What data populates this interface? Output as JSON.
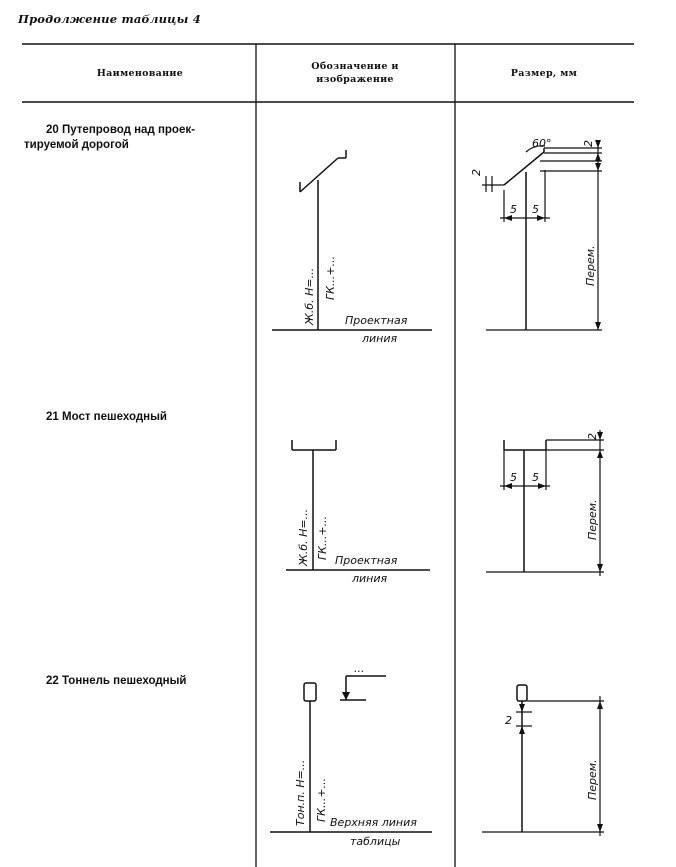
{
  "caption": "Продолжение таблицы 4",
  "header": {
    "name": "Наименование",
    "sign_line1": "Обозначение и",
    "sign_line2": "изображение",
    "size": "Размер, мм"
  },
  "rows": [
    {
      "number": "20",
      "title_line1": "Путепровод над проек-",
      "title_line2": "тируемой дорогой",
      "sign": {
        "vertical_text_1": "Ж.б. H=...",
        "vertical_text_2": "ГК...+...",
        "baseline_text_1": "Проектная",
        "baseline_text_2": "линия"
      },
      "size": {
        "angle": "60°",
        "dim_top": "2",
        "dim_left": "2",
        "dim_a": "5",
        "dim_b": "5",
        "variable": "Перем."
      }
    },
    {
      "number": "21",
      "title_line1": "Мост пешеходный",
      "sign": {
        "vertical_text_1": "Ж.б. H=...",
        "vertical_text_2": "ГК...+...",
        "baseline_text_1": "Проектная",
        "baseline_text_2": "линия"
      },
      "size": {
        "dim_top": "2",
        "dim_a": "5",
        "dim_b": "5",
        "variable": "Перем."
      }
    },
    {
      "number": "22",
      "title_line1": "Тоннель пешеходный",
      "sign": {
        "top_text": "...",
        "vertical_text_1": "Тон.п. H=...",
        "vertical_text_2": "ГК...+...",
        "baseline_text_1": "Верхняя линия",
        "baseline_text_2": "таблицы"
      },
      "size": {
        "dim_left": "2",
        "variable": "Перем."
      }
    }
  ]
}
